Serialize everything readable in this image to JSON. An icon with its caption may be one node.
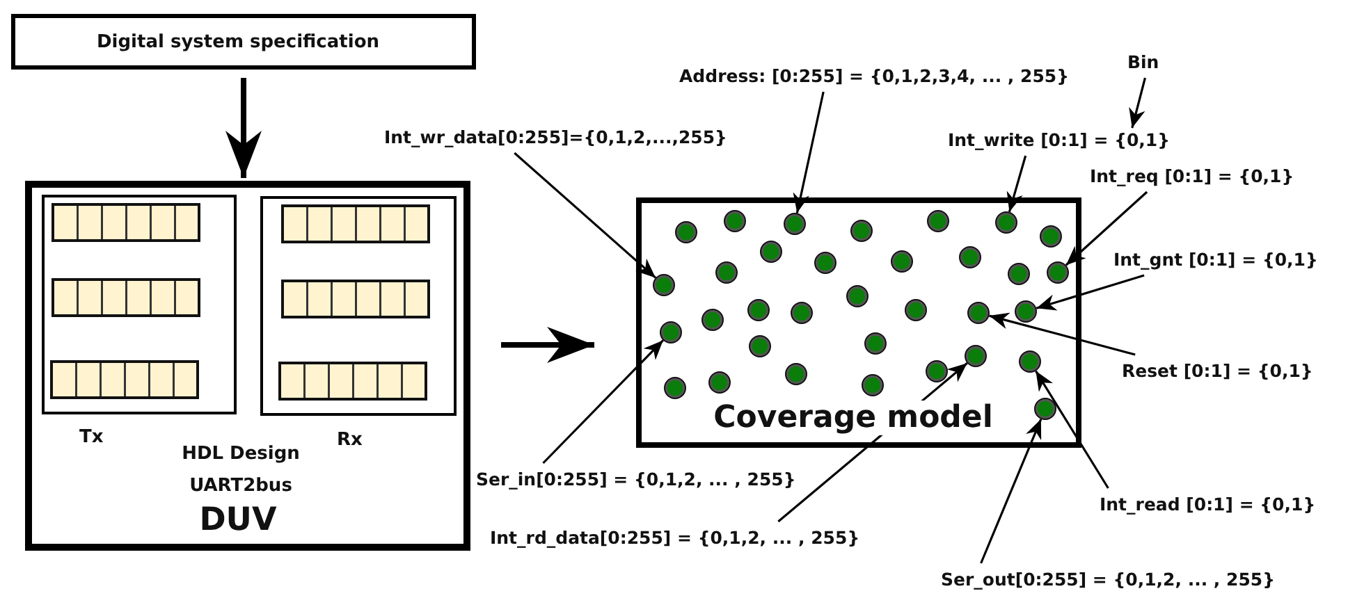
{
  "diagram": {
    "nodes": [
      {
        "text": [
          "Digital system specification"
        ]
      },
      {
        "text": [
          "HDL Design",
          "UART2bus",
          "DUV"
        ]
      },
      {
        "text": [
          "Tx"
        ],
        "in": 1
      },
      {
        "text": [],
        "shape": "bar",
        "in": 2
      },
      {
        "text": [],
        "shape": "bar",
        "in": 2
      },
      {
        "text": [],
        "shape": "bar",
        "in": 2
      },
      {
        "text": [
          "Rx"
        ],
        "in": 1
      },
      {
        "text": [],
        "shape": "bar",
        "in": 6
      },
      {
        "text": [],
        "shape": "bar",
        "in": 6
      },
      {
        "text": [],
        "shape": "bar",
        "in": 6
      },
      {
        "text": [
          "Coverage model"
        ]
      },
      {
        "text": [],
        "shape": "circle",
        "in": 10
      },
      {
        "text": [],
        "shape": "circle",
        "in": 10
      },
      {
        "text": [],
        "shape": "circle",
        "in": 10
      },
      {
        "text": [],
        "shape": "circle",
        "in": 10
      },
      {
        "text": [],
        "shape": "circle",
        "in": 10
      },
      {
        "text": [],
        "shape": "circle",
        "in": 10
      },
      {
        "text": [],
        "shape": "circle",
        "in": 10
      },
      {
        "text": [],
        "shape": "circle",
        "in": 10
      },
      {
        "text": [],
        "shape": "circle",
        "in": 10
      },
      {
        "text": [],
        "shape": "circle",
        "in": 10
      },
      {
        "text": [],
        "shape": "circle",
        "in": 10
      },
      {
        "text": [],
        "shape": "circle",
        "in": 10
      },
      {
        "text": [],
        "shape": "circle",
        "in": 10
      },
      {
        "text": [],
        "shape": "circle",
        "in": 10
      },
      {
        "text": [],
        "shape": "circle",
        "in": 10
      },
      {
        "text": [],
        "shape": "circle",
        "in": 10
      },
      {
        "text": [],
        "shape": "circle",
        "in": 10
      },
      {
        "text": [],
        "shape": "circle",
        "in": 10
      },
      {
        "text": [],
        "shape": "circle",
        "in": 10
      },
      {
        "text": [],
        "shape": "circle",
        "in": 10
      },
      {
        "text": [],
        "shape": "circle",
        "in": 10
      },
      {
        "text": [],
        "shape": "circle",
        "in": 10
      },
      {
        "text": [],
        "shape": "circle",
        "in": 10
      },
      {
        "text": [],
        "shape": "circle",
        "in": 10
      },
      {
        "text": [],
        "shape": "circle",
        "in": 10
      },
      {
        "text": [],
        "shape": "circle",
        "in": 10
      },
      {
        "text": [],
        "shape": "circle",
        "in": 10
      },
      {
        "text": [],
        "shape": "circle",
        "in": 10
      },
      {
        "text": [],
        "shape": "circle",
        "in": 10
      },
      {
        "text": [],
        "shape": "circle",
        "in": 10
      },
      {
        "text": [],
        "shape": "circle",
        "in": 10
      },
      {
        "text": [],
        "shape": "circle",
        "in": 10
      },
      {
        "text": [],
        "shape": "circle",
        "in": 10
      },
      {
        "text": [
          "Address: [0:255] = {0,1,2,3,4, ... , 255}"
        ]
      },
      {
        "text": [
          "Bin"
        ]
      },
      {
        "text": [
          "Int_wr_data[0:255]={0,1,2,...,255}"
        ]
      },
      {
        "text": [
          "Int_write [0:1] = {0,1}"
        ]
      },
      {
        "text": [
          "Int_req [0:1] = {0,1}"
        ]
      },
      {
        "text": [
          "Int_gnt [0:1] = {0,1}"
        ]
      },
      {
        "text": [
          "Reset [0:1] = {0,1}"
        ]
      },
      {
        "text": [
          "Ser_in[0:255] = {0,1,2, ... , 255}"
        ]
      },
      {
        "text": [
          "Int_read [0:1] = {0,1}"
        ]
      },
      {
        "text": [
          "Int_rd_data[0:255] = {0,1,2, ... , 255}"
        ]
      },
      {
        "text": [
          "Ser_out[0:255] = {0,1,2, ... , 255}"
        ]
      }
    ],
    "edges": [
      {
        "from": 0,
        "to": 1,
        "arrow": "to",
        "style": "thick"
      },
      {
        "from": 1,
        "to": 10,
        "arrow": "to",
        "style": "thick"
      },
      {
        "from": 44,
        "to": 13,
        "arrow": "to"
      },
      {
        "from": 45,
        "to": 47,
        "arrow": "to"
      },
      {
        "from": 46,
        "to": 25,
        "arrow": "to"
      },
      {
        "from": 47,
        "to": 16,
        "arrow": "to"
      },
      {
        "from": 48,
        "to": 24,
        "arrow": "to"
      },
      {
        "from": 49,
        "to": 32,
        "arrow": "to"
      },
      {
        "from": 50,
        "to": 31,
        "arrow": "to"
      },
      {
        "from": 51,
        "to": 33,
        "arrow": "to"
      },
      {
        "from": 52,
        "to": 37,
        "arrow": "to"
      },
      {
        "from": 53,
        "to": 36,
        "arrow": "to"
      },
      {
        "from": 54,
        "to": 43,
        "arrow": "to"
      }
    ]
  }
}
